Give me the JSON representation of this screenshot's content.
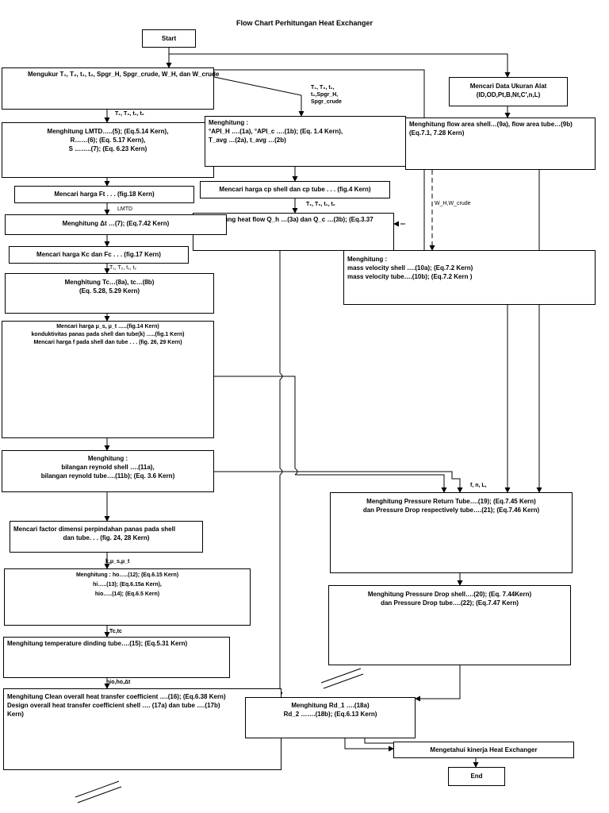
{
  "title": "Flow Chart Perhitungan Heat Exchanger",
  "nodes": {
    "start": [
      "Start"
    ],
    "ukur": [
      "Mengukur T₁, T₂, t₁, t₂, Spgr_H, Spgr_crude, W_H, dan W_crude"
    ],
    "data_alat": [
      "Mencari Data Ukuran Alat",
      "(ID,OD,Pt,B,Nt,C',n,L)"
    ],
    "lmtd": [
      "Menghitung LMTD…..(5); (Eq.5.14 Kern),",
      "R……(6); (Eq. 5.17 Kern),",
      "S ……..(7); (Eq. 6.23 Kern)"
    ],
    "api": [
      "Menghitung :",
      "°API_H ….(1a), °API_c ….(1b); (Eq. 1.4 Kern),",
      "T_avg …(2a), t_avg …(2b)"
    ],
    "flow_area": [
      "Menghitung flow area shell…(9a), flow area tube…(9b)",
      "(Eq.7.1, 7.28 Kern)"
    ],
    "ft": [
      "Mencari harga Ft . . . (fig.18 Kern)"
    ],
    "cp": [
      "Mencari harga cp shell dan cp tube . . . (fig.4 Kern)"
    ],
    "dt": [
      "Menghitung Δt …(7); (Eq.7.42 Kern)"
    ],
    "heat_flow": [
      "Menghitung heat flow Q_h …(3a) dan Q_c …(3b); (Eq.3.37"
    ],
    "kc": [
      "Mencari harga Kc dan Fc . . . (fig.17 Kern)"
    ],
    "mass_velocity": [
      "Menghitung :",
      "mass velocity shell ….(10a); (Eq.7.2 Kern)",
      "mass velocity tube….(10b); (Eq.7.2 Kern )"
    ],
    "tc": [
      "Menghitung Tc…(8a), tc…(8b)",
      "(Eq. 5.28, 5.29 Kern)"
    ],
    "mu": [
      "Mencari harga μ_s, μ_t …..(fig.14 Kern)",
      "konduktivitas panas pada shell dan tube(k) …..(fig.1 Kern)",
      "Mencari harga f pada shell dan tube . . . (fig. 26, 29 Kern)"
    ],
    "reynold": [
      "Menghitung :",
      "bilangan reynold shell ….(11a),",
      "bilangan reynold tube….(11b); (Eq. 3.6 Kern)"
    ],
    "pressure_return": [
      "Menghitung Pressure Return Tube….(19); (Eq.7.45 Kern)",
      "dan Pressure Drop respectively tube….(21); (Eq.7.46 Kern)"
    ],
    "factor": [
      "Mencari factor dimensi perpindahan panas pada shell",
      "dan tube. . . (fig. 24, 28 Kern)"
    ],
    "pressure_drop": [
      "Menghitung Pressure Drop shell….(20); (Eq. 7.44Kern)",
      "dan Pressure Drop tube….(22); (Eq.7.47 Kern)"
    ],
    "ho": [
      "Menghitung : ho…..(12); (Eq.6.15 Kern)",
      "hi…..(13); (Eq.6.15a Kern),",
      "hio…..(14); (Eq.6.5 Kern)"
    ],
    "tw": [
      "Menghitung temperature dinding tube….(15); (Eq.5.31 Kern)"
    ],
    "uc": [
      "Menghitung Clean overall heat transfer coefficient ….(16); (Eq.6.38 Kern)",
      "Design overall heat transfer coefficient shell …. (17a) dan tube ….(17b)",
      "Kern)"
    ],
    "rd": [
      "Menghitung Rd_1 ….(18a)",
      "Rd_2 …….(18b); (Eq.6.13 Kern)"
    ],
    "kinerja": [
      "Mengetahui kinerja Heat Exchanger"
    ],
    "end": [
      "End"
    ]
  },
  "labels": {
    "T_props": [
      "T₁, T₂, t₁,",
      "t₂,Spgr_H,",
      "Spgr_crude"
    ],
    "T_lmtd": [
      "T₁, T₂, t₁, t₂"
    ],
    "lmtd_out": [
      "LMTD"
    ],
    "T_heat": [
      "T₁, T₂, t₁, t₂"
    ],
    "W_flow": [
      "W_H,W_crude"
    ],
    "T_tc": [
      "T₁, T₂, t₁, t₂"
    ],
    "fnl": [
      "f, n, L,"
    ],
    "k_mu": [
      "k,μ_s,μ_t"
    ],
    "tc_tc": [
      "Tc,tc"
    ],
    "hio_ho": [
      "hio,ho,Δt"
    ]
  }
}
